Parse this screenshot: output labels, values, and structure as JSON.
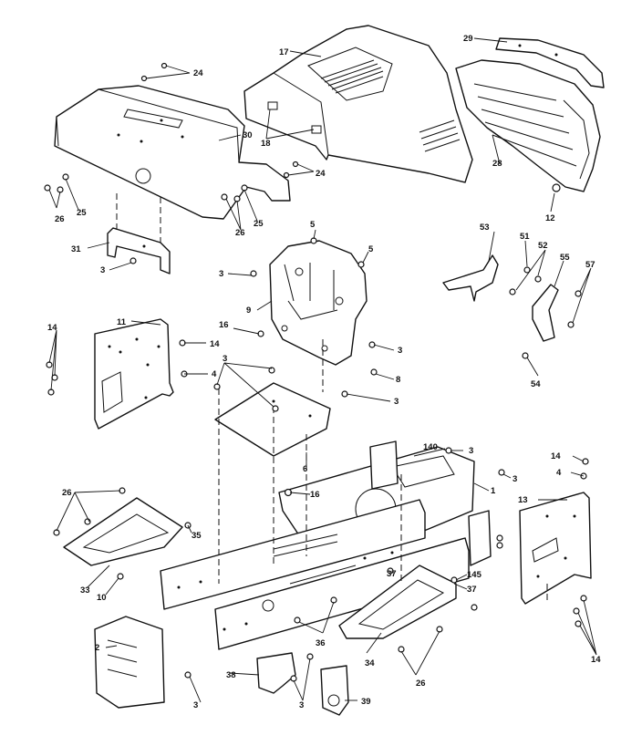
{
  "labels": {
    "p1": "1",
    "p2": "2",
    "p3": "3",
    "p4": "4",
    "p5": "5",
    "p6": "6",
    "p8": "8",
    "p9": "9",
    "p10": "10",
    "p11": "11",
    "p12": "12",
    "p13": "13",
    "p14": "14",
    "p16": "16",
    "p17": "17",
    "p18": "18",
    "p24": "24",
    "p25": "25",
    "p26": "26",
    "p28": "28",
    "p29": "29",
    "p30": "30",
    "p31": "31",
    "p33": "33",
    "p34": "34",
    "p35": "35",
    "p36": "36",
    "p37": "37",
    "p38": "38",
    "p39": "39",
    "p51": "51",
    "p52": "52",
    "p53": "53",
    "p54": "54",
    "p55": "55",
    "p57": "57",
    "p140": "140",
    "p145": "145"
  }
}
